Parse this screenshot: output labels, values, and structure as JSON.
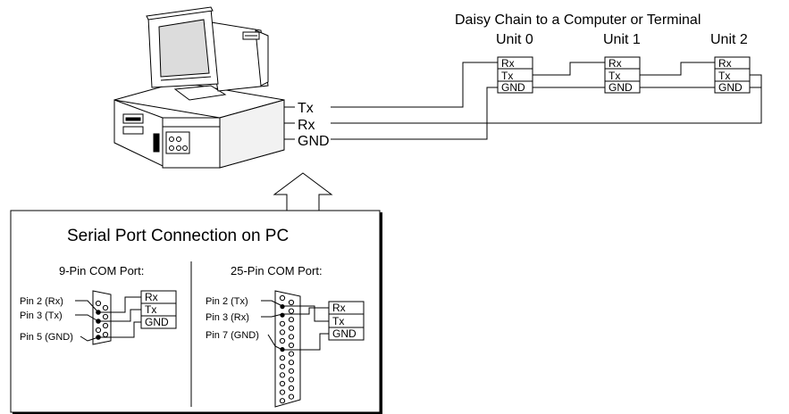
{
  "daisy_chain": {
    "title": "Daisy Chain to a Computer or Terminal",
    "units": [
      {
        "name": "Unit 0",
        "pins": [
          "Rx",
          "Tx",
          "GND"
        ]
      },
      {
        "name": "Unit 1",
        "pins": [
          "Rx",
          "Tx",
          "GND"
        ]
      },
      {
        "name": "Unit 2",
        "pins": [
          "Rx",
          "Tx",
          "GND"
        ]
      }
    ]
  },
  "computer": {
    "icon": "desktop-computer-icon",
    "ports": [
      "Tx",
      "Rx",
      "GND"
    ]
  },
  "arrow_icon": "up-arrow-icon",
  "serial_panel": {
    "title": "Serial Port Connection on PC",
    "nine_pin": {
      "title": "9-Pin COM Port:",
      "labels": [
        "Pin 2 (Rx)",
        "Pin 3 (Tx)",
        "Pin 5 (GND)"
      ],
      "box": [
        "Rx",
        "Tx",
        "GND"
      ]
    },
    "twentyfive_pin": {
      "title": "25-Pin COM Port:",
      "labels": [
        "Pin 2 (Tx)",
        "Pin 3 (Rx)",
        "Pin 7 (GND)"
      ],
      "box": [
        "Rx",
        "Tx",
        "GND"
      ]
    }
  }
}
